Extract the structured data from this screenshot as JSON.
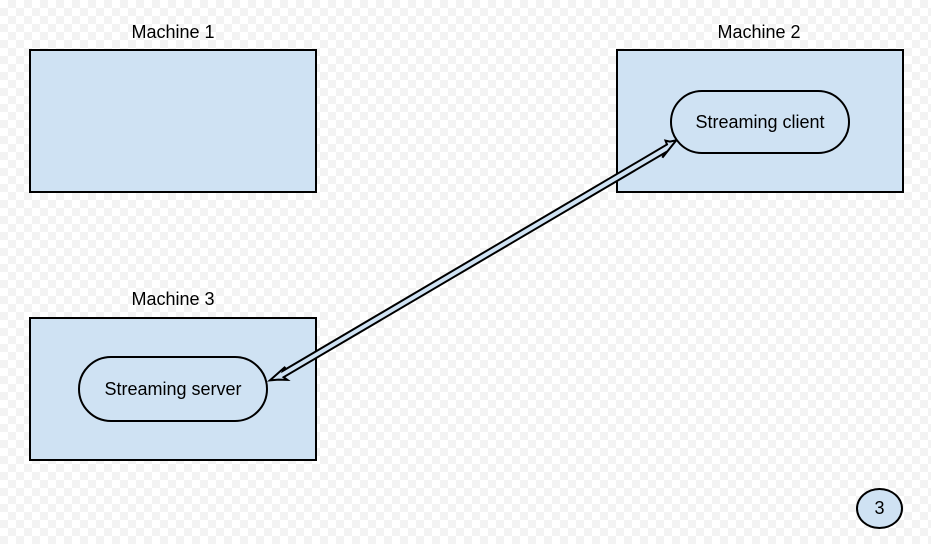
{
  "colors": {
    "box_fill": "#cfe2f3",
    "stroke": "#000000"
  },
  "machines": [
    {
      "title": "Machine 1"
    },
    {
      "title": "Machine 2"
    },
    {
      "title": "Machine 3"
    }
  ],
  "processes": {
    "client": "Streaming client",
    "server": "Streaming server"
  },
  "connector": {
    "type": "bidirectional-arrow",
    "from": "Streaming server",
    "to": "Streaming client"
  },
  "page_number": "3"
}
